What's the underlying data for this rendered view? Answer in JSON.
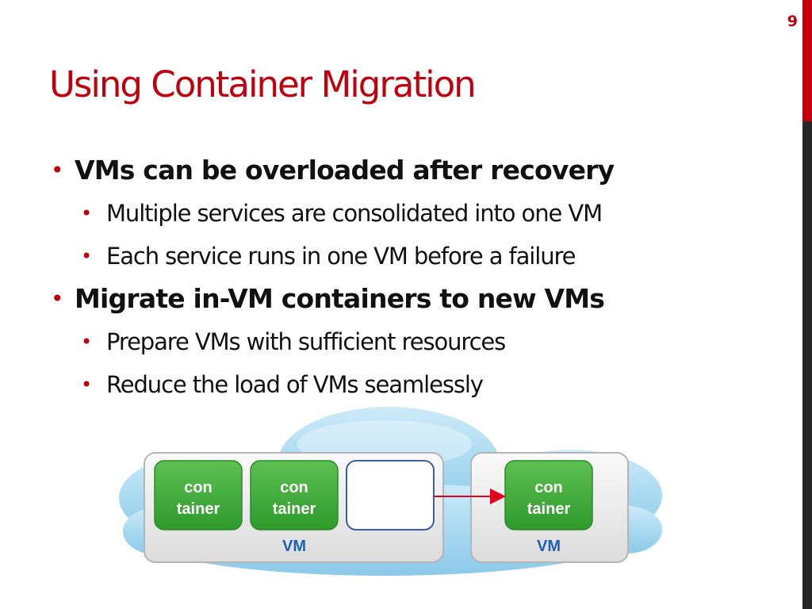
{
  "slide": {
    "number": "9",
    "title": "Using Container Migration",
    "bullets": [
      {
        "text": "VMs can be overloaded after recovery",
        "sub": [
          "Multiple services are consolidated into one VM",
          "Each service runs in one VM before a failure"
        ]
      },
      {
        "text": "Migrate in-VM containers to new VMs",
        "sub": [
          "Prepare VMs with sufficient resources",
          "Reduce the load of VMs seamlessly"
        ]
      }
    ]
  },
  "diagram": {
    "container_label_line1": "con",
    "container_label_line2": "tainer",
    "vm_label": "VM"
  },
  "colors": {
    "accent": "#c0000c",
    "container_green": "#3aaa35",
    "vm_label_blue": "#1c63b7",
    "cloud_blue": "#9fd4ef"
  }
}
